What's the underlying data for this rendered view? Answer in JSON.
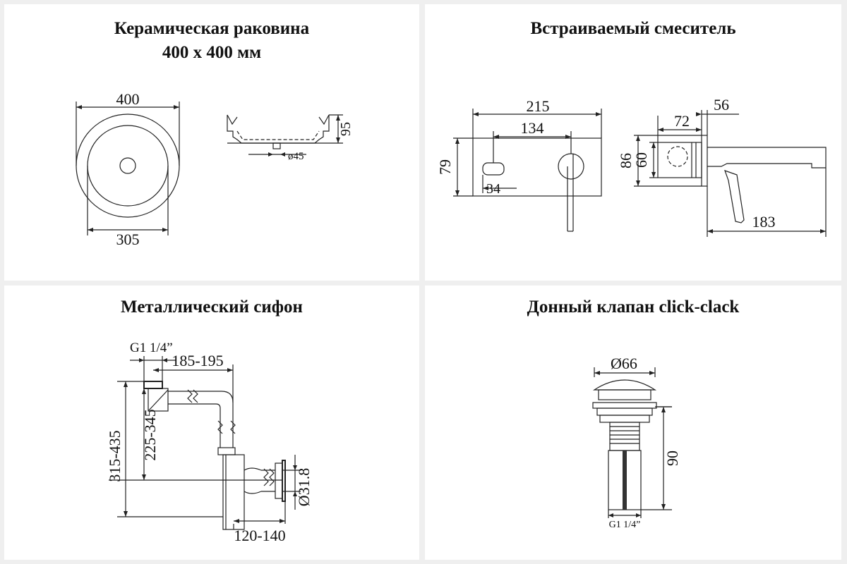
{
  "panels": {
    "sink": {
      "title_line1": "Керамическая раковина",
      "title_line2": "400 x 400 мм",
      "dims": {
        "outer_diameter": "400",
        "inner_diameter": "305",
        "height": "95",
        "drain": "ø45"
      }
    },
    "mixer": {
      "title": "Встраиваемый смеситель",
      "dims": {
        "plate_width": "215",
        "axis_distance": "134",
        "plate_height": "79",
        "aerator_offset": "34",
        "depth_body": "72",
        "depth_plate": "56",
        "height_outer": "86",
        "height_inner": "60",
        "spout_length": "183"
      }
    },
    "siphon": {
      "title": "Металлический сифон",
      "dims": {
        "thread": "G1 1/4”",
        "horizontal_reach": "185-195",
        "total_height": "315-435",
        "inner_height": "225-345",
        "wall_offset": "120-140",
        "outlet_diameter": "Ø31.8"
      }
    },
    "valve": {
      "title": "Донный клапан click-clack",
      "dims": {
        "cap_diameter": "Ø66",
        "height": "90",
        "thread": "G1 1/4”"
      }
    }
  }
}
